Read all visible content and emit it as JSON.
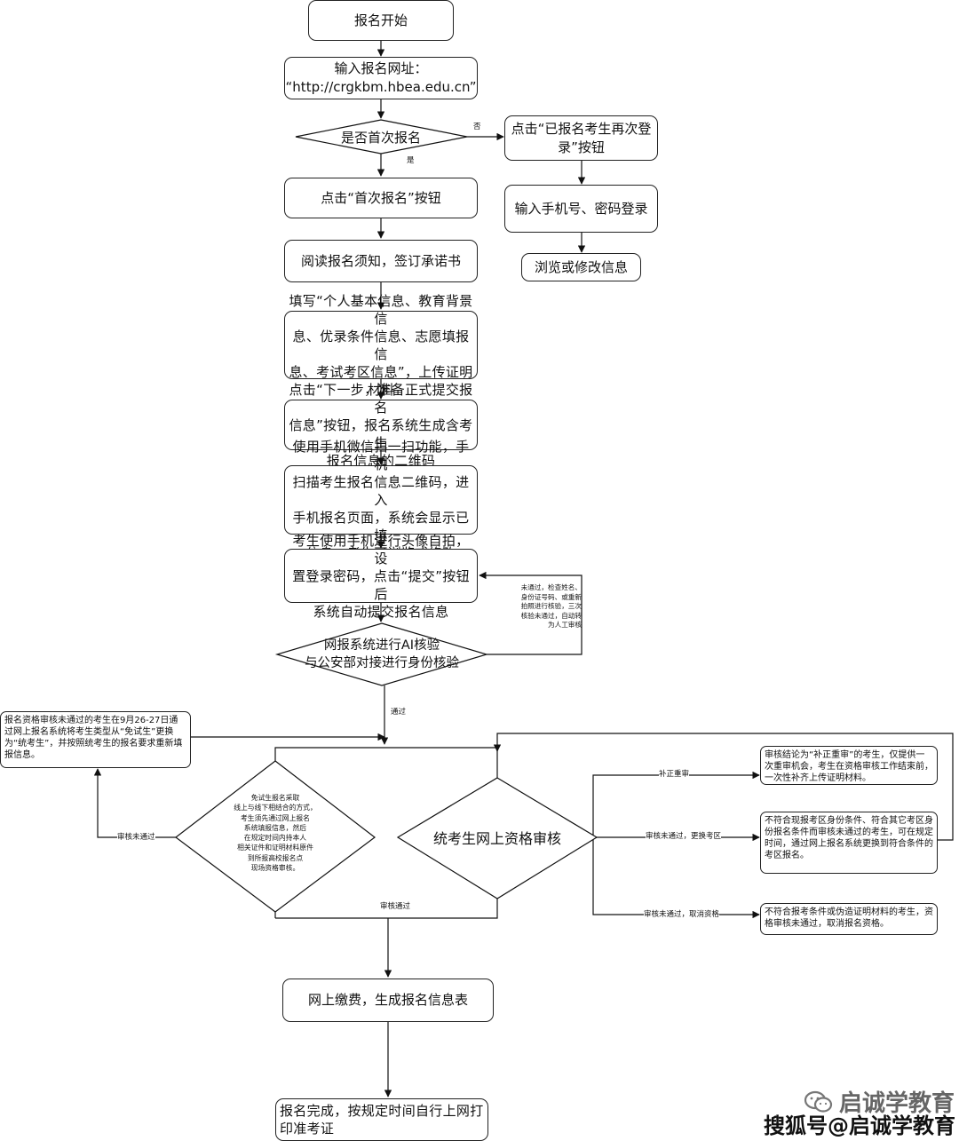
{
  "flowchart": {
    "start": "报名开始",
    "enter_url": "输入报名网址：\n“http://crgkbm.hbea.edu.cn”",
    "first_time_decision": "是否首次报名",
    "label_no": "否",
    "label_yes": "是",
    "relogin": "点击“已报名考生再次登\n录”按钮",
    "phone_login": "输入手机号、密码登录",
    "browse_modify": "浏览或修改信息",
    "click_first": "点击“首次报名”按钮",
    "read_notice": "阅读报名须知，签订承诺书",
    "fill_info": "填写“个人基本信息、教育背景信\n息、优录条件信息、志愿填报信\n息、考试考区信息”，上传证明材料",
    "next_step": "点击“下一步，准备正式提交报名\n信息”按钮，报名系统生成含考生\n报名信息的二维码",
    "wechat_scan": "使用手机微信扫一扫功能，手机\n扫描考生报名信息二维码，进入\n手机报名页面，系统会显示已填\n信息，考生可浏览或修改",
    "selfie": "考生使用手机进行头像自拍，设\n置登录密码，点击“提交”按钮后\n系统自动提交报名信息",
    "ai_check": "网报系统进行AI核验\n与公安部对接进行身份核验",
    "fail_note": "未通过，检查姓名、\n身份证号码、或重新\n拍照进行核验，三次\n核验未通过，自动转\n为人工审核",
    "label_pass": "通过",
    "exempt_fail_note": "报名资格审核未通过的考生在9月26-27日通过网上报名系统将考生类型从“免试生”更换为“统考生”，并按照统考生的报名要求重新填报信息。",
    "exempt_diamond": "免试生报名采取\n线上与线下相结合的方式，\n考生须先通过网上报名\n系统填报信息，然后\n在规定时间内持本人\n相关证件和证明材料原件\n到所报高校报名点\n现场资格审核。",
    "label_review_fail": "审核未通过",
    "unified_review": "统考生网上资格审核",
    "label_correction": "补正重审",
    "correction_note": "审核结论为“补正重审”的考生，仅提供一次重审机会，考生在资格审核工作结束前，一次性补齐上传证明材料。",
    "label_change_area": "审核未通过，更换考区",
    "change_area_note": "不符合现报考区身份条件、符合其它考区身份报名条件而审核未通过的考生，可在规定时间，通过网上报名系统更换到符合条件的考区报名。",
    "label_cancel": "审核未通过，取消资格",
    "cancel_note": "不符合报考条件或伪造证明材料的考生，资格审核未通过，取消报名资格。",
    "label_review_pass": "审核通过",
    "payment": "网上缴费，生成报名信息表",
    "complete": "报名完成，按规定时间自行上网打\n印准考证"
  },
  "watermark": {
    "line1": "启诚学教育",
    "line2": "搜狐号@启诚学教育"
  }
}
